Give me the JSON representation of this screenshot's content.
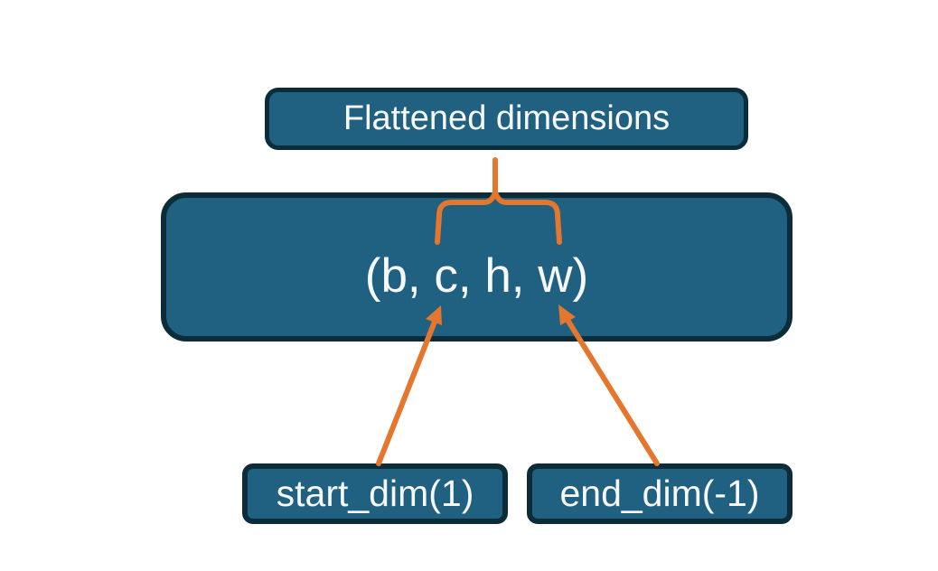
{
  "diagram": {
    "nodes": {
      "flattened": {
        "label": "Flattened dimensions"
      },
      "tensor": {
        "label": "(b, c, h, w)"
      },
      "start_dim": {
        "label": "start_dim(1)"
      },
      "end_dim": {
        "label": "end_dim(-1)"
      }
    },
    "annotations": {
      "brace": "over-brace grouping dimensions c, h, w under Flattened dimensions",
      "start_dim_arrow": "arrow from start_dim(1) box pointing to dimension c",
      "end_dim_arrow": "arrow from end_dim(-1) box pointing to dimension w"
    },
    "colors": {
      "background": "#ffffff",
      "box_fill": "#206080",
      "box_border": "#0d2c3a",
      "accent_orange": "#e4762e",
      "label_text": "#f7f9f9"
    }
  }
}
